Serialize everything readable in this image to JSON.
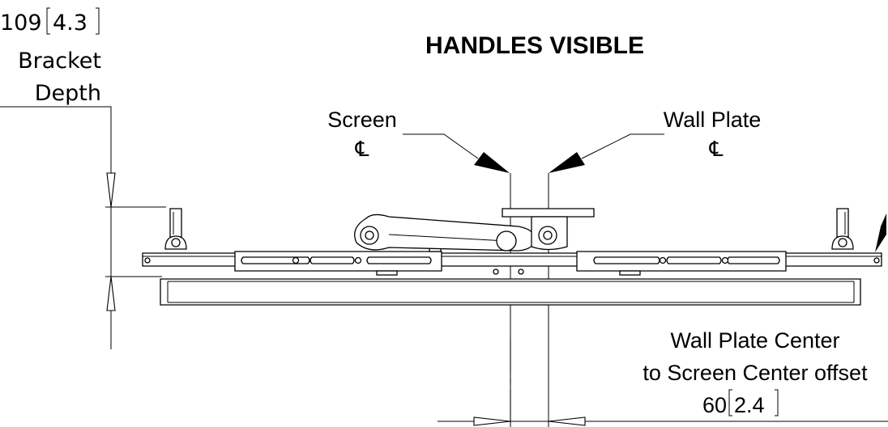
{
  "title": "HANDLES VISIBLE",
  "bracket_depth": {
    "value_mm": "109",
    "value_in": "4.3",
    "line1": "Bracket",
    "line2": "Depth"
  },
  "screen_cl": {
    "label": "Screen",
    "symbol": "℄"
  },
  "wall_plate_cl": {
    "label": "Wall Plate",
    "symbol": "℄"
  },
  "offset": {
    "line1": "Wall Plate Center",
    "line2": "to Screen Center offset",
    "value_mm": "60",
    "value_in": "2.4"
  }
}
